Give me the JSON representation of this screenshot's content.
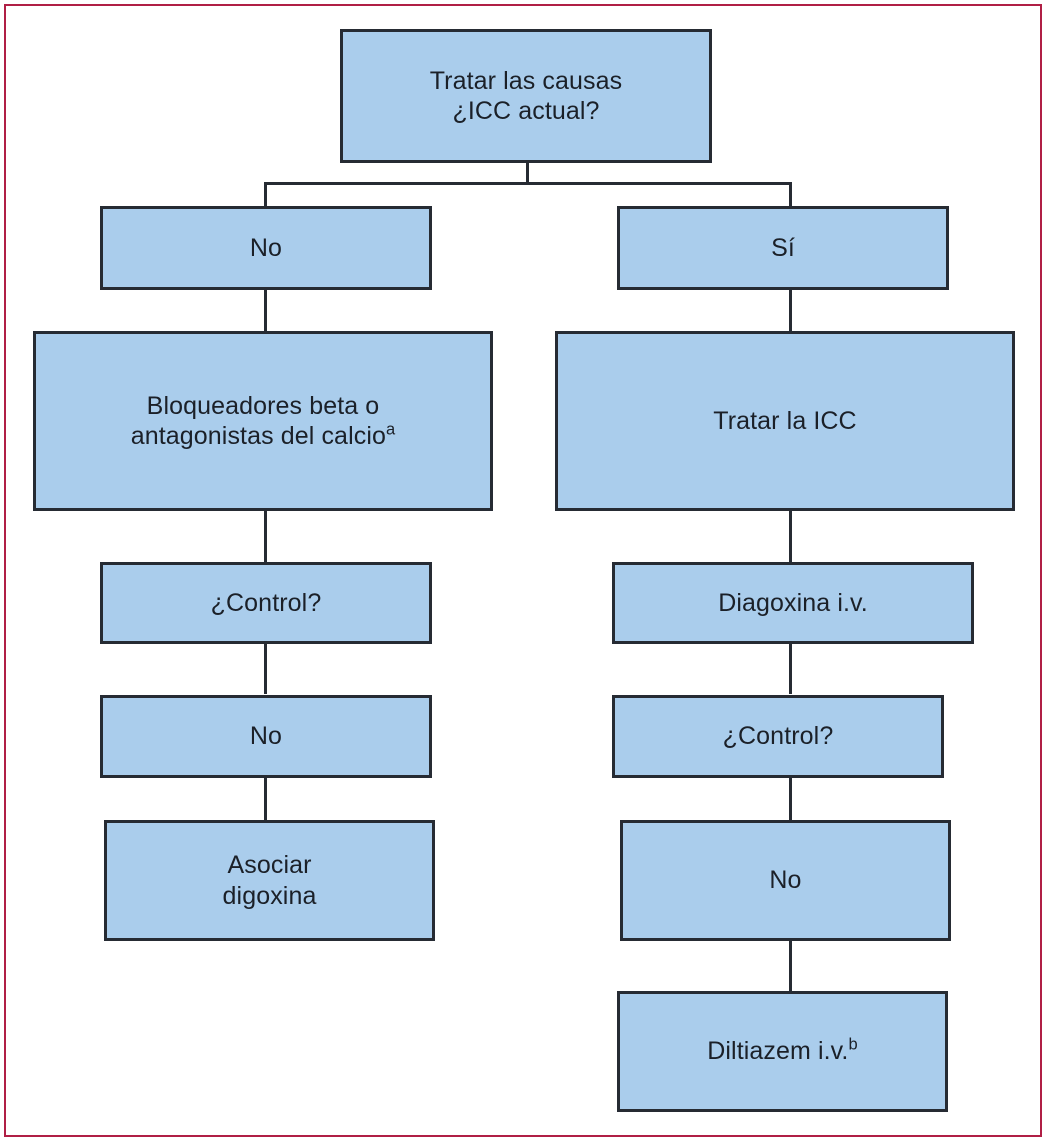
{
  "figure": {
    "kind": "clinical-decision-flowchart",
    "language": "es",
    "frame_color": "#b01f45",
    "node_fill_color": "#aacdec",
    "node_border_color": "#262b33",
    "text_color": "#1b2028",
    "connector_color": "#262b33"
  },
  "nodes": {
    "root": {
      "id": "root",
      "line1": "Tratar las causas",
      "line2": "¿ICC actual?"
    },
    "branch_no": {
      "id": "branch-no",
      "label": "No"
    },
    "branch_si": {
      "id": "branch-si",
      "label": "Sí"
    },
    "left_treatment": {
      "id": "left-treatment",
      "line1": "Bloqueadores beta o",
      "line2": "antagonistas del calcio",
      "superscript": "a"
    },
    "right_treatment": {
      "id": "right-treatment",
      "label": "Tratar la ICC"
    },
    "left_control": {
      "id": "left-control",
      "label": "¿Control?"
    },
    "right_digoxin": {
      "id": "right-digoxin",
      "label": "Diagoxina i.v."
    },
    "left_no": {
      "id": "left-no",
      "label": "No"
    },
    "right_control": {
      "id": "right-control",
      "label": "¿Control?"
    },
    "left_outcome": {
      "id": "left-outcome",
      "line1": "Asociar",
      "line2": "digoxina"
    },
    "right_no": {
      "id": "right-no",
      "label": "No"
    },
    "right_outcome": {
      "id": "right-outcome",
      "label": "Diltiazem i.v.",
      "superscript": "b"
    }
  },
  "chart_data": {
    "type": "diagram",
    "title": "",
    "diagram_kind": "flowchart",
    "nodes": [
      {
        "key": "root",
        "text": "Tratar las causas / ¿ICC actual?",
        "column": "center",
        "row": 0
      },
      {
        "key": "branch_no",
        "text": "No",
        "column": "left",
        "row": 1
      },
      {
        "key": "branch_si",
        "text": "Sí",
        "column": "right",
        "row": 1
      },
      {
        "key": "left_treatment",
        "text": "Bloqueadores beta o antagonistas del calcioᵃ",
        "column": "left",
        "row": 2
      },
      {
        "key": "right_treatment",
        "text": "Tratar la ICC",
        "column": "right",
        "row": 2
      },
      {
        "key": "left_control",
        "text": "¿Control?",
        "column": "left",
        "row": 3
      },
      {
        "key": "right_digoxin",
        "text": "Diagoxina i.v.",
        "column": "right",
        "row": 3
      },
      {
        "key": "left_no",
        "text": "No",
        "column": "left",
        "row": 4
      },
      {
        "key": "right_control",
        "text": "¿Control?",
        "column": "right",
        "row": 4
      },
      {
        "key": "left_outcome",
        "text": "Asociar digoxina",
        "column": "left",
        "row": 5
      },
      {
        "key": "right_no",
        "text": "No",
        "column": "right",
        "row": 5
      },
      {
        "key": "right_outcome",
        "text": "Diltiazem i.v.ᵇ",
        "column": "right",
        "row": 6
      }
    ],
    "edges": [
      {
        "from": "root",
        "to": "branch_no"
      },
      {
        "from": "root",
        "to": "branch_si"
      },
      {
        "from": "branch_no",
        "to": "left_treatment"
      },
      {
        "from": "branch_si",
        "to": "right_treatment"
      },
      {
        "from": "left_treatment",
        "to": "left_control"
      },
      {
        "from": "right_treatment",
        "to": "right_digoxin"
      },
      {
        "from": "left_control",
        "to": "left_no"
      },
      {
        "from": "right_digoxin",
        "to": "right_control"
      },
      {
        "from": "left_no",
        "to": "left_outcome"
      },
      {
        "from": "right_control",
        "to": "right_no"
      },
      {
        "from": "right_no",
        "to": "right_outcome"
      }
    ]
  }
}
